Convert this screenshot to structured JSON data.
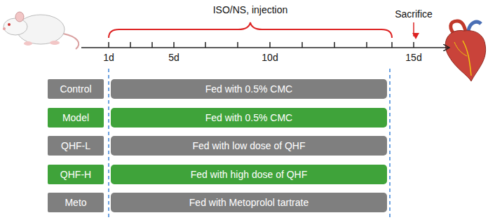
{
  "diagram": {
    "nodes": [
      {
        "text": [
          "Control"
        ]
      },
      {
        "text": [
          "Fed with 0.5% CMC"
        ]
      },
      {
        "text": [
          "Model"
        ]
      },
      {
        "text": [
          "Fed with 0.5% CMC"
        ]
      },
      {
        "text": [
          "QHF-L"
        ]
      },
      {
        "text": [
          "Fed with low dose of QHF"
        ]
      },
      {
        "text": [
          "QHF-H"
        ]
      },
      {
        "text": [
          "Fed with high dose of QHF"
        ]
      },
      {
        "text": [
          "Meto"
        ]
      },
      {
        "text": [
          "Fed with Metoprolol tartrate"
        ]
      }
    ],
    "labels": [
      "ISO/NS, injection",
      "Sacrifice",
      "1d",
      "5d",
      "10d",
      "15d"
    ]
  }
}
